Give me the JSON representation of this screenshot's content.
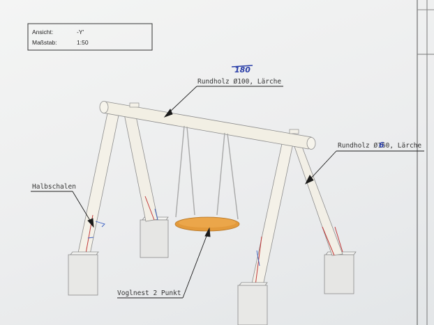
{
  "title_block": {
    "view_label": "Ansicht:",
    "view_value": "-Y'",
    "scale_label": "Maßstab:",
    "scale_value": "1:50"
  },
  "labels": {
    "top_beam": "Rundholz Ø100, Lärche",
    "top_beam_handwritten": "180",
    "leg": "Rundholz Ø160, Lärche",
    "leg_handwritten": "6",
    "half_shells": "Halbschalen",
    "swing": "Voglnest 2 Punkt"
  },
  "colors": {
    "wood": "#f1eee4",
    "wood_outline": "#8c8c8c",
    "concrete": "#e8e8e6",
    "seat": "#e39a3b",
    "rope": "#a8a8a8",
    "leader": "#1a1a1a",
    "annotation_red": "#c23a3a",
    "annotation_blue": "#3a5fc2"
  }
}
